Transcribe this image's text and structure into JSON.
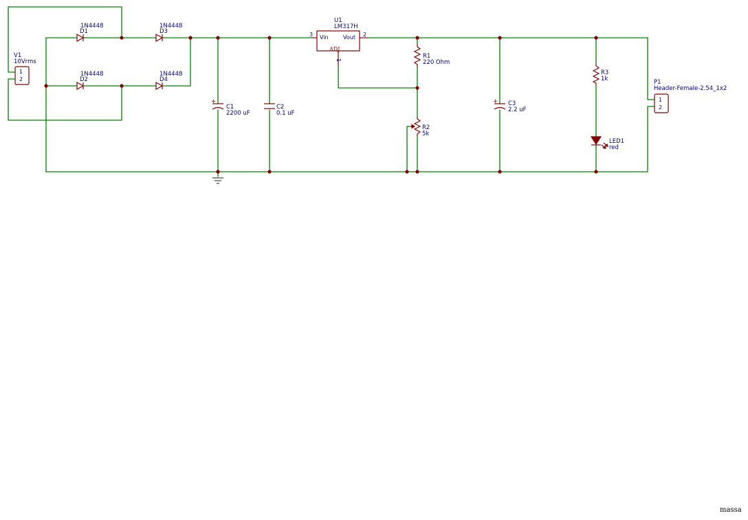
{
  "components": {
    "v1": {
      "ref": "V1",
      "value": "10Vrms",
      "pin1": "1",
      "pin2": "2",
      "icon": "connector-icon"
    },
    "d1": {
      "ref": "D1",
      "value": "1N4448",
      "icon": "diode-icon"
    },
    "d2": {
      "ref": "D2",
      "value": "1N4448",
      "icon": "diode-icon"
    },
    "d3": {
      "ref": "D3",
      "value": "1N4448",
      "icon": "diode-icon"
    },
    "d4": {
      "ref": "D4",
      "value": "1N4448",
      "icon": "diode-icon"
    },
    "c1": {
      "ref": "C1",
      "value": "2200 uF",
      "polarity": "+",
      "icon": "polarized-capacitor-icon"
    },
    "c2": {
      "ref": "C2",
      "value": "0.1 uF",
      "icon": "capacitor-icon"
    },
    "u1": {
      "ref": "U1",
      "value": "LM317H",
      "vin": "Vin",
      "vout": "Vout",
      "adj": "ADJ",
      "pin_vin": "3",
      "pin_vout": "2",
      "pin_adj": "1",
      "icon": "regulator-icon"
    },
    "r1": {
      "ref": "R1",
      "value": "220 Ohm",
      "icon": "resistor-icon"
    },
    "r2": {
      "ref": "R2",
      "value": "5k",
      "icon": "potentiometer-icon"
    },
    "c3": {
      "ref": "C3",
      "value": "2.2 uF",
      "polarity": "+",
      "icon": "polarized-capacitor-icon"
    },
    "r3": {
      "ref": "R3",
      "value": "1k",
      "icon": "resistor-icon"
    },
    "led1": {
      "ref": "LED1",
      "value": "red",
      "icon": "led-icon"
    },
    "p1": {
      "ref": "P1",
      "value": "Header-Female-2.54_1x2",
      "pin1": "1",
      "pin2": "2",
      "icon": "connector-icon"
    },
    "gnd": {
      "icon": "ground-icon"
    }
  },
  "colors": {
    "wire": "#008000",
    "component": "#840000",
    "label": "#000084"
  },
  "footer": {
    "text": "massa"
  }
}
